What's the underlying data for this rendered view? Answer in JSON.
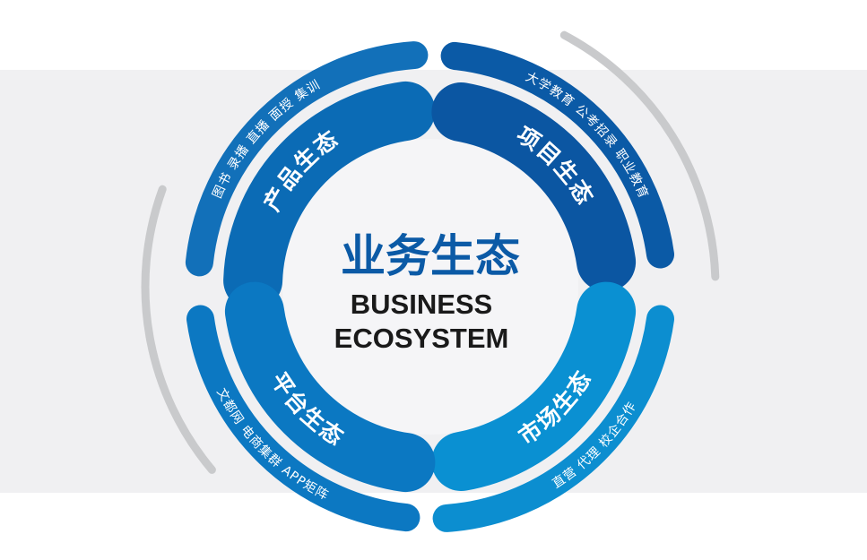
{
  "center": {
    "title": "业务生态",
    "subtitle_line1": "BUSINESS",
    "subtitle_line2": "ECOSYSTEM"
  },
  "segments": [
    {
      "label": "产品生态",
      "items": "图书  录播  直播  面授  集训",
      "color": "#0b6bb5",
      "outer_color": "#1270b9"
    },
    {
      "label": "项目生态",
      "items": "大学教育  公考招录  职业教育",
      "color": "#0b56a2",
      "outer_color": "#0b5aa6"
    },
    {
      "label": "市场生态",
      "items": "直营  代理  校企合作",
      "color": "#0a90d2",
      "outer_color": "#0c8ed0"
    },
    {
      "label": "平台生态",
      "items": "文都网  电商集群  APP矩阵",
      "color": "#0b78c2",
      "outer_color": "#0c78c2"
    }
  ],
  "colors": {
    "background_band": "#f0f0f2",
    "center_circle": "#f5f5f7",
    "gray_arc": "#c9cacc"
  }
}
